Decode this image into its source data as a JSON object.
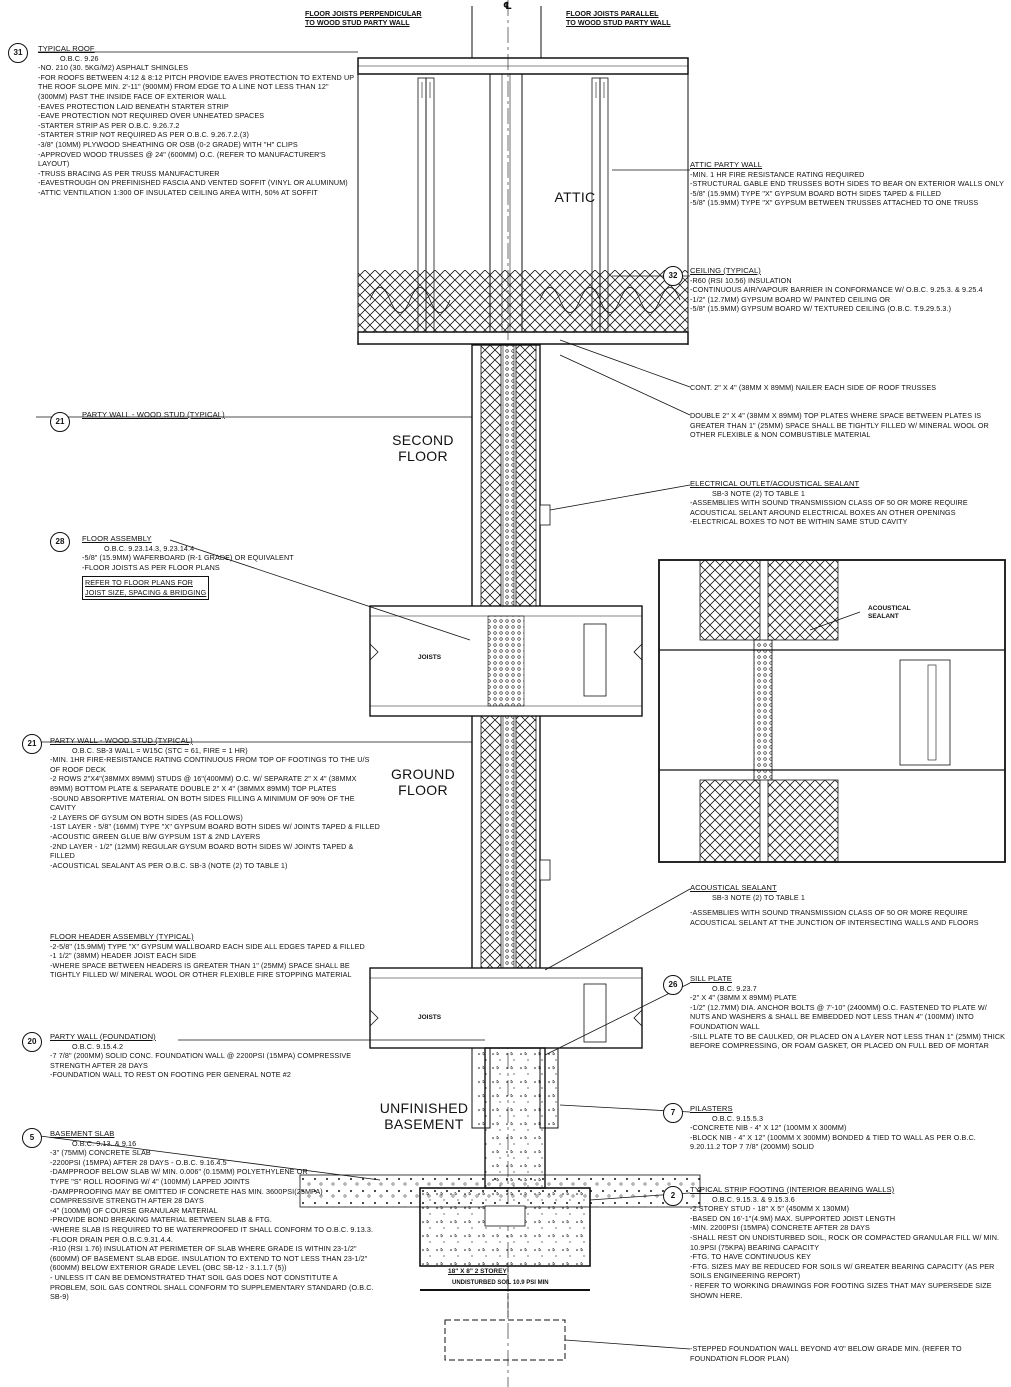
{
  "header": {
    "perpendicular": [
      "FLOOR JOISTS PERPENDICULAR",
      "TO WOOD STUD PARTY WALL"
    ],
    "parallel": [
      "FLOOR JOISTS PARALLEL",
      "TO WOOD STUD PARTY WALL"
    ],
    "centerline": "℄"
  },
  "rooms": {
    "attic": "ATTIC",
    "second_floor": [
      "SECOND",
      "FLOOR"
    ],
    "ground_floor": [
      "GROUND",
      "FLOOR"
    ],
    "basement": [
      "UNFINISHED",
      "BASEMENT"
    ]
  },
  "detail": {
    "acoustical_sealant": [
      "ACOUSTICAL",
      "SEALANT"
    ]
  },
  "diagram_labels": {
    "joists_upper": "JOISTS",
    "joists_lower": "JOISTS",
    "footing_size": "18\" X 8\" 2 STOREY",
    "soil": "UNDISTURBED SOIL 10.9 PSI MIN"
  },
  "tags": {
    "roof": "31",
    "ceiling": "32",
    "party_wall_upper": "21",
    "floor_assembly": "28",
    "party_wall_lower": "21",
    "foundation": "20",
    "sill": "26",
    "slab": "5",
    "pilasters": "7",
    "footing": "2"
  },
  "notes": {
    "roof": {
      "title": "TYPICAL ROOF",
      "ref": "O.B.C. 9.26",
      "lines": [
        "-NO. 210 (30. 5KG/m2) ASPHALT SHINGLES",
        "-FOR ROOFS BETWEEN 4:12 & 8:12 PITCH PROVIDE EAVES PROTECTION TO EXTEND UP THE ROOF SLOPE MIN. 2'-11\" (900mm) FROM EDGE TO A LINE NOT LESS THAN 12\" (300mm) PAST THE INSIDE FACE OF EXTERIOR WALL",
        "-EAVES PROTECTION LAID BENEATH STARTER STRIP",
        "-EAVE PROTECTION NOT REQUIRED OVER UNHEATED SPACES",
        "-STARTER STRIP AS PER O.B.C. 9.26.7.2",
        "-STARTER STRIP NOT REQUIRED AS PER O.B.C. 9.26.7.2.(3)",
        "-3/8\" (10mm) PLYWOOD SHEATHING OR OSB (0-2 GRADE) WITH \"H\" CLIPS",
        "-APPROVED WOOD TRUSSES @ 24\" (600mm) O.C. (REFER TO MANUFACTURER'S LAYOUT)",
        "-TRUSS BRACING AS PER TRUSS MANUFACTURER",
        "-EAVESTROUGH ON PREFINISHED FASCIA AND VENTED SOFFIT (VINYL OR ALUMINUM)",
        "-ATTIC VENTILATION 1:300 OF INSULATED CEILING AREA WITH, 50% AT SOFFIT"
      ]
    },
    "attic_wall": {
      "title": "ATTIC PARTY WALL",
      "lines": [
        "-MIN. 1 HR FIRE RESISTANCE RATING REQUIRED",
        "-STRUCTURAL GABLE END TRUSSES BOTH SIDES TO BEAR ON EXTERIOR WALLS ONLY",
        "-5/8\" (15.9mm) TYPE \"X\" GYPSUM BOARD BOTH SIDES TAPED & FILLED",
        "-5/8\" (15.9mm) TYPE \"X\" GYPSUM BETWEEN TRUSSES ATTACHED TO ONE TRUSS"
      ]
    },
    "ceiling": {
      "title": "CEILING (TYPICAL)",
      "lines": [
        "-R60 (RSI 10.56) INSULATION",
        "-CONTINUOUS AIR/VAPOUR BARRIER IN CONFORMANCE W/ O.B.C. 9.25.3. & 9.25.4",
        "-1/2\" (12.7mm) GYPSUM BOARD W/ PAINTED CEILING OR",
        "-5/8\" (15.9mm) GYPSUM BOARD W/ TEXTURED CEILING (O.B.C. T.9.29.5.3.)"
      ]
    },
    "nailer": "CONT. 2\" x 4\" (38mm X 89mm) NAILER EACH SIDE OF ROOF TRUSSES",
    "top_plates": "DOUBLE 2\" x 4\" (38mm X 89mm) TOP PLATES WHERE SPACE BETWEEN PLATES IS GREATER THAN 1\" (25mm) SPACE SHALL BE TIGHTLY FILLED W/ MINERAL WOOL OR OTHER FLEXIBLE & NON COMBUSTIBLE MATERIAL",
    "party_wall_upper": {
      "title": "PARTY WALL - WOOD STUD (TYPICAL)"
    },
    "electrical": {
      "title": "ELECTRICAL OUTLET/ACOUSTICAL SEALANT",
      "ref": "SB-3 NOTE (2) TO TABLE 1",
      "lines": [
        "-ASSEMBLIES WITH SOUND TRANSMISSION CLASS OF 50 OR MORE REQUIRE ACOUSTICAL SELANT AROUND ELECTRICAL BOXES AN OTHER OPENINGS",
        "-ELECTRICAL BOXES TO NOT BE WITHIN SAME STUD CAVITY"
      ]
    },
    "floor_assembly": {
      "title": "FLOOR ASSEMBLY",
      "ref": "O.B.C. 9.23.14.3, 9.23.14.4",
      "lines": [
        "-5/8\" (15.9mm) WAFERBOARD (R-1 GRADE) OR EQUIVALENT",
        "-FLOOR JOISTS AS PER FLOOR PLANS"
      ],
      "box": [
        "REFER TO FLOOR PLANS FOR",
        "JOIST SIZE, SPACING & BRIDGING"
      ]
    },
    "party_wall_lower": {
      "title": "PARTY WALL - WOOD STUD (TYPICAL)",
      "ref": "O.B.C. SB-3  WALL = W15c (STC = 61,  FIRE = 1 HR)",
      "lines": [
        "-MIN. 1HR FIRE-RESISTANCE RATING CONTINUOUS FROM TOP OF FOOTINGS TO THE U/S OF ROOF DECK",
        "-2 ROWS 2\"X4\"(38mmX 89mm) STUDS @ 16\"(400mm) O.C. W/ SEPARATE 2\" X 4\" (38mmX 89mm) BOTTOM PLATE & SEPARATE DOUBLE 2\" X 4\" (38mmX 89mm) TOP PLATES",
        "-SOUND ABSORPTIVE MATERIAL ON BOTH SIDES FILLING A MINIMUM OF 90% OF THE CAVITY",
        "-2 LAYERS OF GYSUM ON BOTH SIDES (as follows)",
        "-1st LAYER - 5/8\" (16mm) TYPE \"X\" GYPSUM BOARD BOTH SIDES W/ JOINTS TAPED & FILLED",
        "-ACOUSTIC GREEN GLUE b/w GYPSUM 1st & 2nd LAYERS",
        "-2nd LAYER - 1/2\" (12mm) REGULAR GYSUM BOARD BOTH SIDES W/ JOINTS TAPED & FILLED",
        "-ACOUSTICAL SEALANT AS PER O.B.C. SB-3 (NOTE (2) TO TABLE 1)"
      ]
    },
    "acoustical": {
      "title": "ACOUSTICAL SEALANT",
      "ref": "SB-3 NOTE (2) TO TABLE 1",
      "lines": [
        "-ASSEMBLIES WITH SOUND TRANSMISSION CLASS OF 50 OR MORE REQUIRE ACOUSTICAL SELANT AT THE JUNCTION OF INTERSECTING WALLS AND FLOORS"
      ]
    },
    "header": {
      "title": "FLOOR HEADER ASSEMBLY (TYPICAL)",
      "lines": [
        "-2-5/8\" (15.9mm) TYPE \"X\" GYPSUM WALLBOARD EACH SIDE ALL EDGES TAPED & FILLED",
        "-1 1/2\" (38mm) HEADER JOIST EACH SIDE",
        "-WHERE SPACE BETWEEN HEADERS IS GREATER THAN 1\" (25mm) SPACE SHALL BE TIGHTLY FILLED W/ MINERAL WOOL OR OTHER FLEXIBLE FIRE STOPPING MATERIAL"
      ]
    },
    "sill": {
      "title": "SILL PLATE",
      "ref": "O.B.C. 9.23.7",
      "lines": [
        "-2\" X 4\" (38mm X 89mm) PLATE",
        "-1/2\" (12.7mm) DIA. ANCHOR BOLTS @ 7'-10\" (2400mm) O.C. FASTENED TO PLATE W/ NUTS AND WASHERS & SHALL BE EMBEDDED NOT LESS THAN 4\" (100mm) INTO FOUNDATION WALL",
        "-SILL PLATE TO BE CAULKED, OR PLACED ON A LAYER NOT LESS THAN 1\" (25mm) THICK BEFORE COMPRESSING, OR FOAM GASKET, OR PLACED ON FULL BED OF MORTAR"
      ]
    },
    "foundation": {
      "title": "PARTY WALL (FOUNDATION)",
      "ref": "O.B.C. 9.15.4.2",
      "lines": [
        "-7 7/8\" (200mm) SOLID CONC. FOUNDATION WALL @ 2200psi (15MPa) COMPRESSIVE STRENGTH AFTER 28 DAYS",
        "-FOUNDATION WALL TO REST ON FOOTING PER GENERAL NOTE #2"
      ]
    },
    "pilasters": {
      "title": "PILASTERS",
      "ref": "O.B.C. 9.15.5.3",
      "lines": [
        "-CONCRETE NIB - 4\" X 12\" (100mm X 300mm)",
        "-BLOCK NIB - 4\" X 12\" (100mm X 300mm) BONDED & TIED TO WALL AS PER O.B.C. 9.20.11.2   TOP 7 7/8\" (200mm) SOLID"
      ]
    },
    "slab": {
      "title": "BASEMENT SLAB",
      "ref": "O.B.C. 9.13. & 9.16",
      "lines": [
        "-3\" (75mm) CONCRETE SLAB",
        "-2200psi (15MPa) AFTER 28 DAYS - O.B.C. 9.16.4.5",
        "-DAMPPROOF BELOW SLAB W/ MIN. 0.006\" (0.15mm) POLYETHYLENE OR",
        "TYPE \"S\" ROLL ROOFING W/ 4\" (100mm) LAPPED JOINTS",
        "-DAMPPROOFING MAY BE OMITTED IF CONCRETE HAS MIN. 3600psi(25MPa) COMPRESSIVE STRENGTH AFTER 28 DAYS",
        "-4\" (100mm) OF COURSE GRANULAR MATERIAL",
        "-PROVIDE BOND BREAKING MATERIAL BETWEEN SLAB & FTG.",
        "-WHERE SLAB IS REQUIRED TO BE WATERPROOFED IT SHALL CONFORM TO O.B.C. 9.13.3.",
        "-FLOOR DRAIN PER O.B.C.9.31.4.4.",
        "-R10 (RSI 1.76) INSULATION AT PERIMETER OF SLAB WHERE GRADE IS WITHIN 23-1/2\" (600mm) OF BASEMENT SLAB EDGE. INSULATION TO EXTEND TO NOT LESS THAN 23-1/2\" (600mm) BELOW EXTERIOR GRADE LEVEL (OBC SB-12 - 3.1.1.7 (5))",
        "- UNLESS IT CAN BE DEMONSTRATED THAT SOIL GAS DOES NOT CONSTITUTE A PROBLEM, SOIL GAS CONTROL SHALL CONFORM TO SUPPLEMENTARY STANDARD (O.B.C. SB-9)"
      ]
    },
    "footing": {
      "title": "TYPICAL STRIP FOOTING (INTERIOR BEARING WALLS)",
      "ref": "O.B.C. 9.15.3. & 9.15.3.6",
      "lines": [
        "-2 STOREY STUD - 18\" X 5\" (450mm X 130mm)",
        "-BASED ON 16'-1\"(4.9m) MAX. SUPPORTED JOIST LENGTH",
        "-MIN. 2200psi (15MPa) CONCRETE AFTER 28 DAYS",
        "-SHALL REST ON UNDISTURBED SOIL, ROCK OR COMPACTED GRANULAR FILL W/ MIN. 10.9psi (75kPa) BEARING CAPACITY",
        "-FTG. TO HAVE CONTINUOUS KEY",
        "-FTG. SIZES MAY BE REDUCED FOR SOILS W/ GREATER BEARING CAPACITY (AS PER SOILS ENGINEERING REPORT)",
        "- REFER TO WORKING DRAWINGS FOR FOOTING SIZES THAT MAY SUPERSEDE SIZE SHOWN HERE."
      ]
    },
    "stepped": "-STEPPED FOUNDATION WALL BEYOND 4'0\" BELOW GRADE MIN. (REFER TO FOUNDATION FLOOR PLAN)"
  }
}
